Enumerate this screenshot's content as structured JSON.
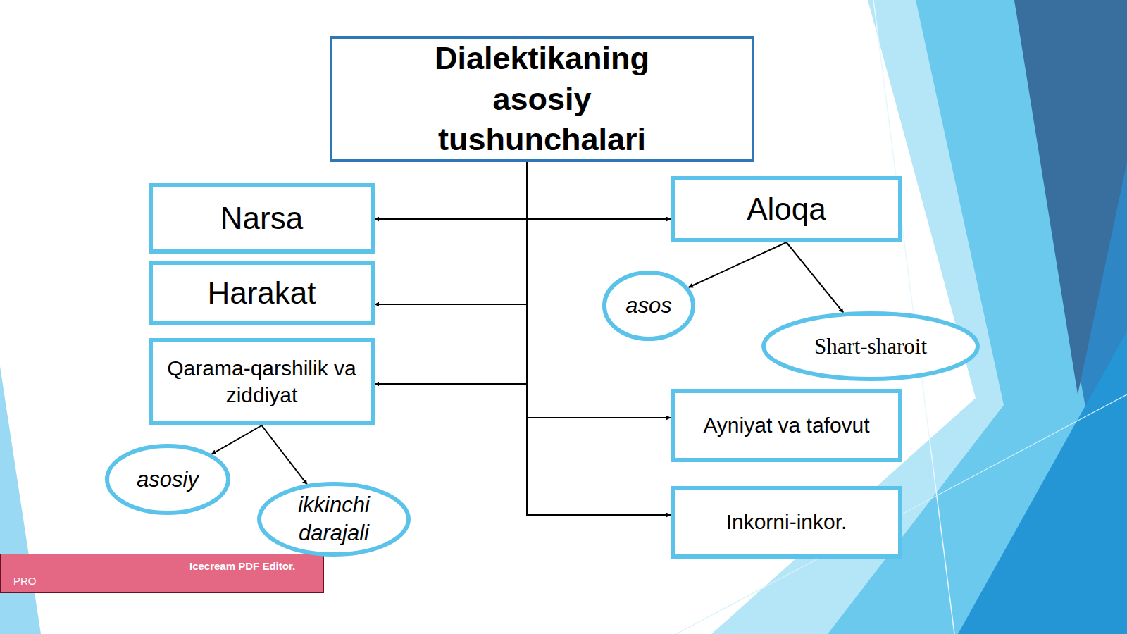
{
  "diagram": {
    "nodes": [
      {
        "text": [
          "Dialektikaning asosiy tushunchalari"
        ]
      },
      {
        "text": [
          "Narsa"
        ]
      },
      {
        "text": [
          "Aloqa"
        ]
      },
      {
        "text": [
          "Harakat"
        ]
      },
      {
        "text": [
          "asos"
        ]
      },
      {
        "text": [
          "Shart-sharoit"
        ]
      },
      {
        "text": [
          "Qarama-qarshilik va ziddiyat"
        ]
      },
      {
        "text": [
          "Ayniyat va tafovut"
        ]
      },
      {
        "text": [
          "asosiy"
        ]
      },
      {
        "text": [
          "ikkinchi darajali"
        ]
      },
      {
        "text": [
          "Inkorni-inkor."
        ]
      }
    ],
    "edges": [
      {
        "from": 0,
        "to": 1,
        "arrow": "to"
      },
      {
        "from": 0,
        "to": 2,
        "arrow": "to"
      },
      {
        "from": 0,
        "to": 3,
        "arrow": "to"
      },
      {
        "from": 0,
        "to": 6,
        "arrow": "to"
      },
      {
        "from": 0,
        "to": 7,
        "arrow": "to"
      },
      {
        "from": 0,
        "to": 10,
        "arrow": "to"
      },
      {
        "from": 2,
        "to": 4,
        "arrow": "to"
      },
      {
        "from": 2,
        "to": 5,
        "arrow": "to"
      },
      {
        "from": 6,
        "to": 8,
        "arrow": "to"
      },
      {
        "from": 6,
        "to": 9,
        "arrow": "to"
      }
    ],
    "labels": [
      "Icecream PDF Editor.",
      "PRO"
    ]
  }
}
